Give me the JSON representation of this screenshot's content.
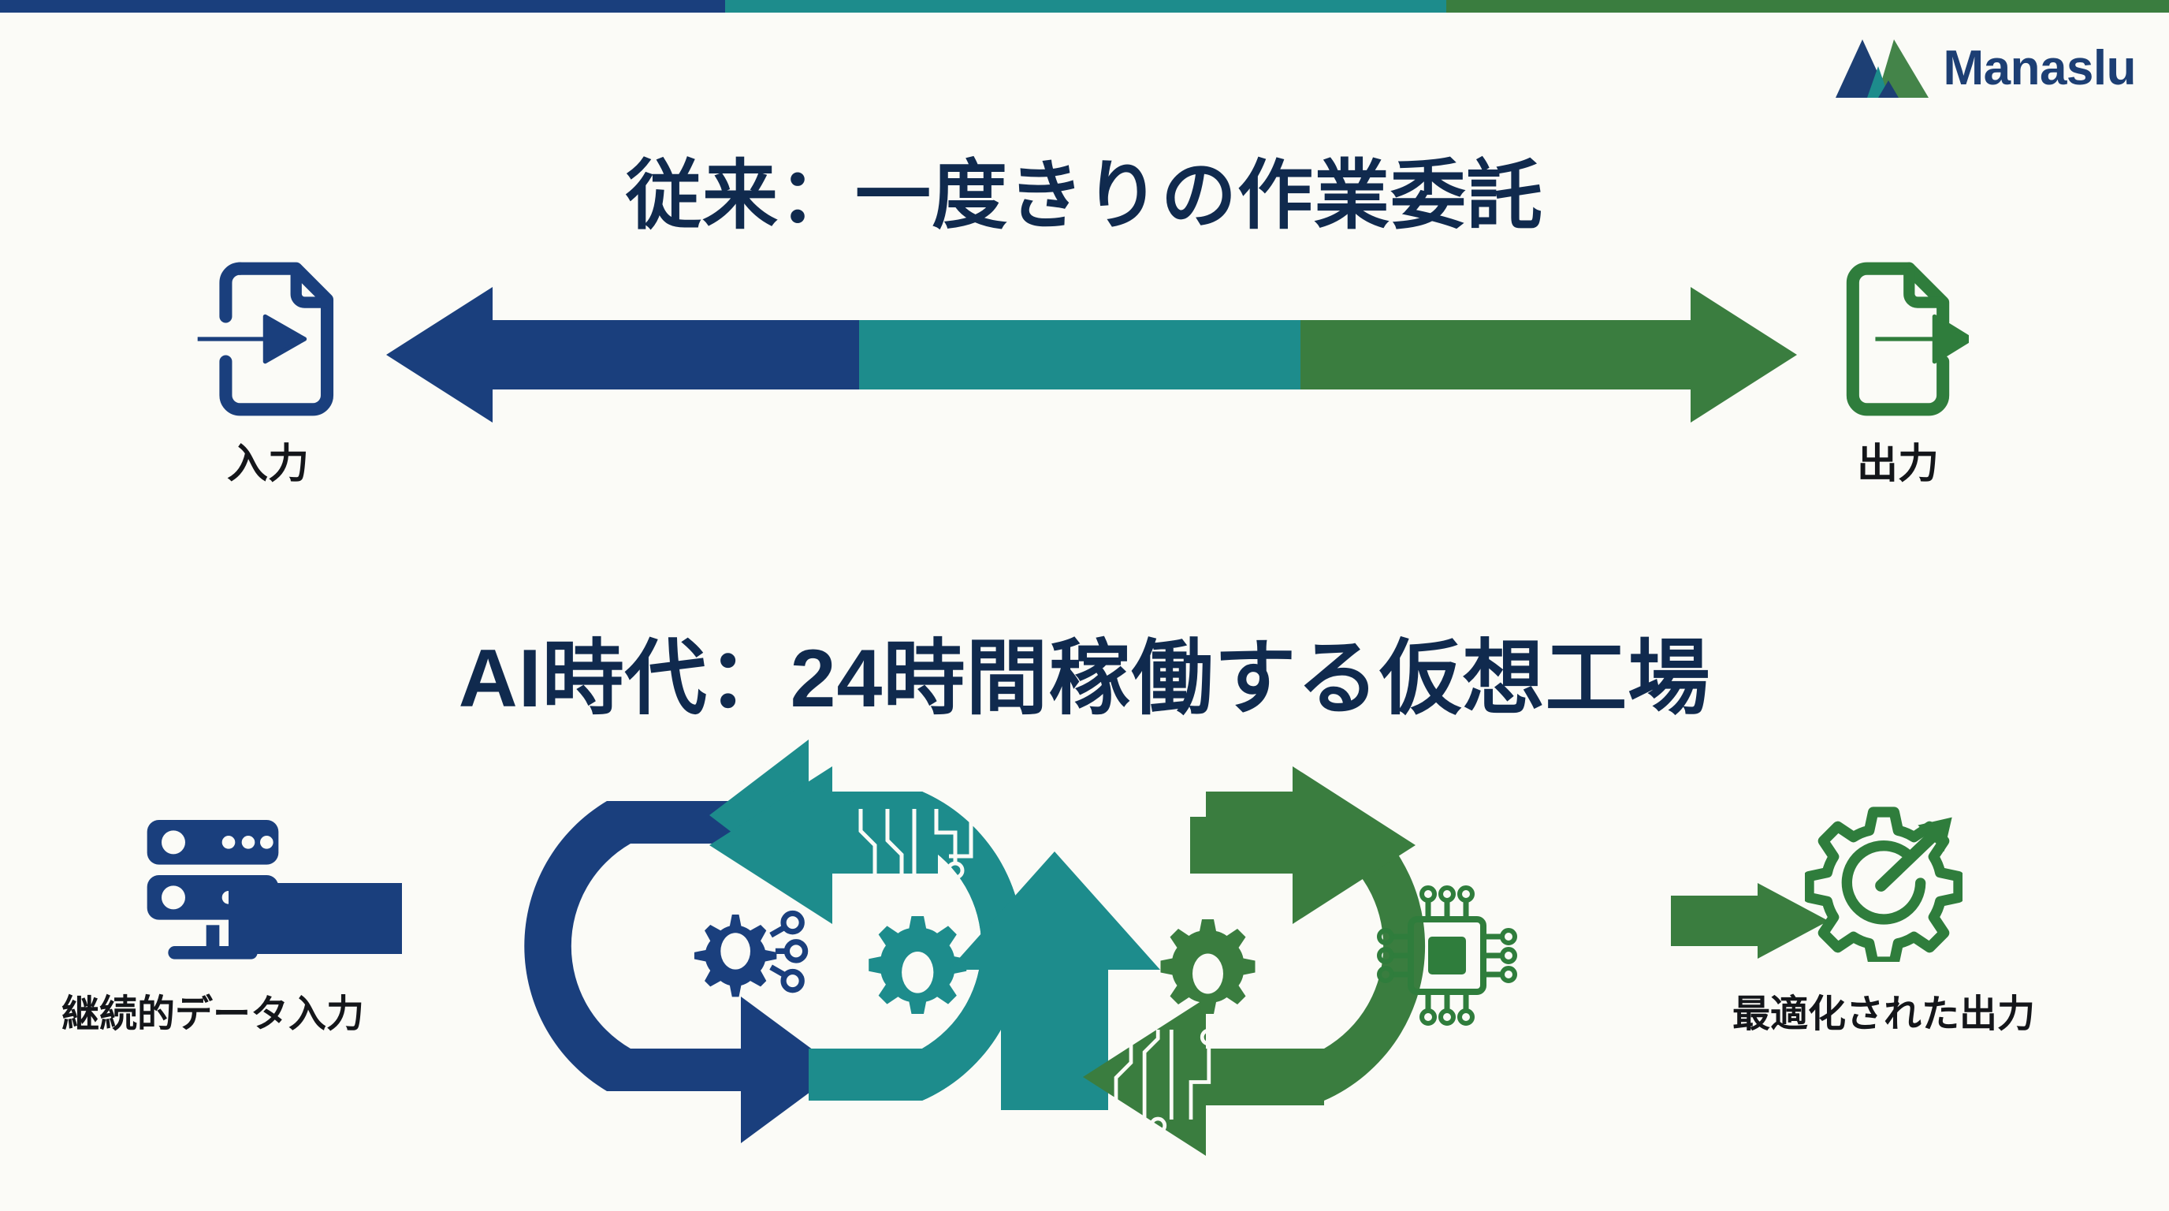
{
  "brand": {
    "name": "Manaslu",
    "logo_icon": "mountain-peaks-icon",
    "colors": {
      "navy": "#1a3f7d",
      "teal": "#1d8c8c",
      "green": "#3a7d3f",
      "text_dark": "#102a4e",
      "background": "#fbfbf7"
    }
  },
  "topbar": {
    "segments": [
      {
        "name": "navy",
        "color": "#1a3f7d"
      },
      {
        "name": "teal",
        "color": "#1d8c8c"
      },
      {
        "name": "green",
        "color": "#3a7d3f"
      }
    ]
  },
  "sections": [
    {
      "id": "traditional",
      "title": "従来：一度きりの作業委託",
      "flow_type": "one-way-arrow",
      "arrow_segments": [
        "#1a3f7d",
        "#1d8c8c",
        "#3a7d3f"
      ],
      "endpoints": [
        {
          "id": "input",
          "label": "入力",
          "icon": "document-import-icon",
          "color": "#1a3f7d"
        },
        {
          "id": "output",
          "label": "出力",
          "icon": "document-export-icon",
          "color": "#3a7d3f"
        }
      ]
    },
    {
      "id": "ai-era",
      "title": "AI時代：24時間稼働する仮想工場",
      "flow_type": "continuous-cycle",
      "endpoints": [
        {
          "id": "input",
          "label": "継続的データ入力",
          "icon": "server-stack-icon",
          "color": "#1a3f7d"
        },
        {
          "id": "output",
          "label": "最適化された出力",
          "icon": "gear-growth-arrow-icon",
          "color": "#3a7d3f"
        }
      ],
      "loops": [
        {
          "id": "loop-1",
          "color": "#1a3f7d",
          "icon": "gear-network-icon",
          "direction": "clockwise"
        },
        {
          "id": "loop-2",
          "color": "#1d8c8c",
          "icon": "gear-icon",
          "direction": "counter-clockwise",
          "decor": "circuit-traces"
        },
        {
          "id": "loop-3",
          "color": "#3a7d3f",
          "icon": "cpu-chip-icon",
          "direction": "clockwise",
          "decor": "circuit-traces"
        }
      ]
    }
  ]
}
